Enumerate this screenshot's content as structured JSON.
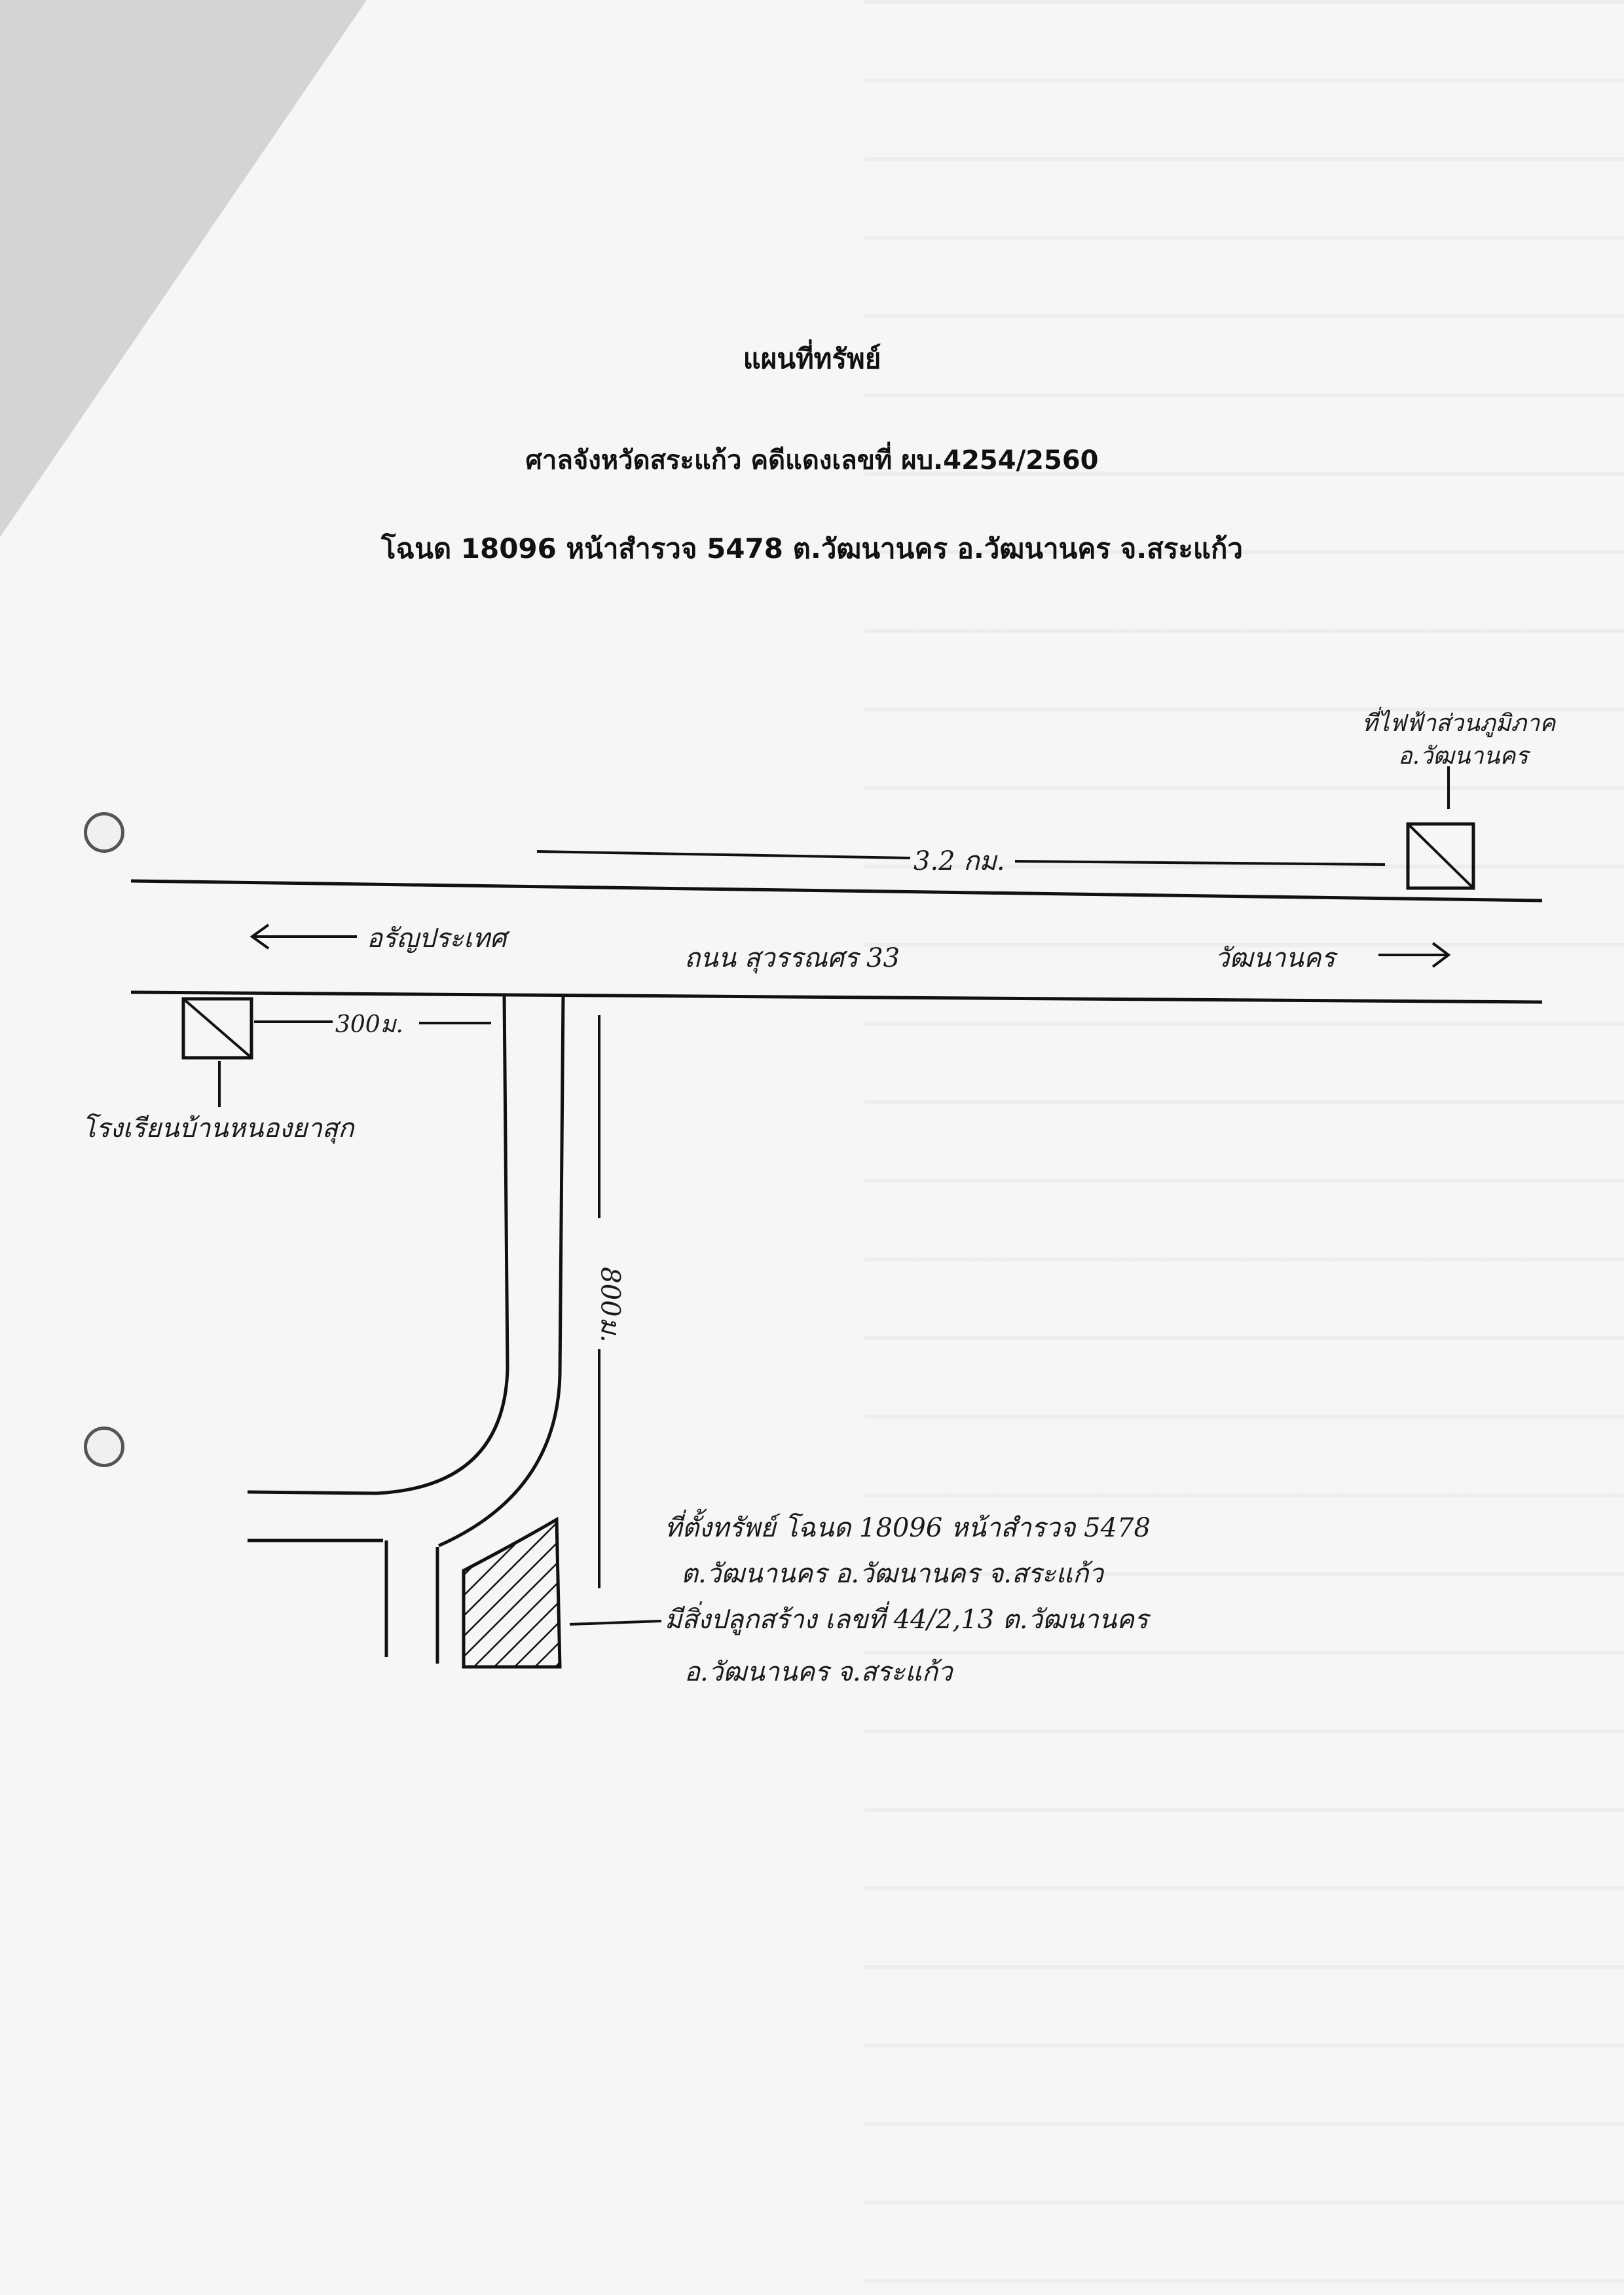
{
  "header": {
    "title": "แผนที่ทรัพย์",
    "court_line": "ศาลจังหวัดสระแก้ว คดีแดงเลขที่ ผบ.4254/2560",
    "deed_line": "โฉนด 18096 หน้าสำรวจ 5478 ต.วัฒนานคร อ.วัฒนานคร จ.สระแก้ว"
  },
  "map": {
    "landmark_ne_line1": "ที่ไฟฟ้าส่วนภูมิภาค",
    "landmark_ne_line2": "อ.วัฒนานคร",
    "distance_top": "3.2 กม.",
    "dir_left": "อรัญประเทศ",
    "road_name": "ถนน สุวรรณศร 33",
    "dir_right": "วัฒนานคร",
    "distance_left": "300ม.",
    "landmark_nw": "โรงเรียนบ้านหนองยาสุก",
    "distance_vertical": "800ม.",
    "property_line1": "ที่ตั้งทรัพย์ โฉนด 18096 หน้าสำรวจ 5478",
    "property_line2": "ต.วัฒนานคร อ.วัฒนานคร จ.สระแก้ว",
    "property_line3": "มีสิ่งปลูกสร้าง เลขที่ 44/2,13 ต.วัฒนานคร",
    "property_line4": "อ.วัฒนานคร จ.สระแก้ว"
  }
}
